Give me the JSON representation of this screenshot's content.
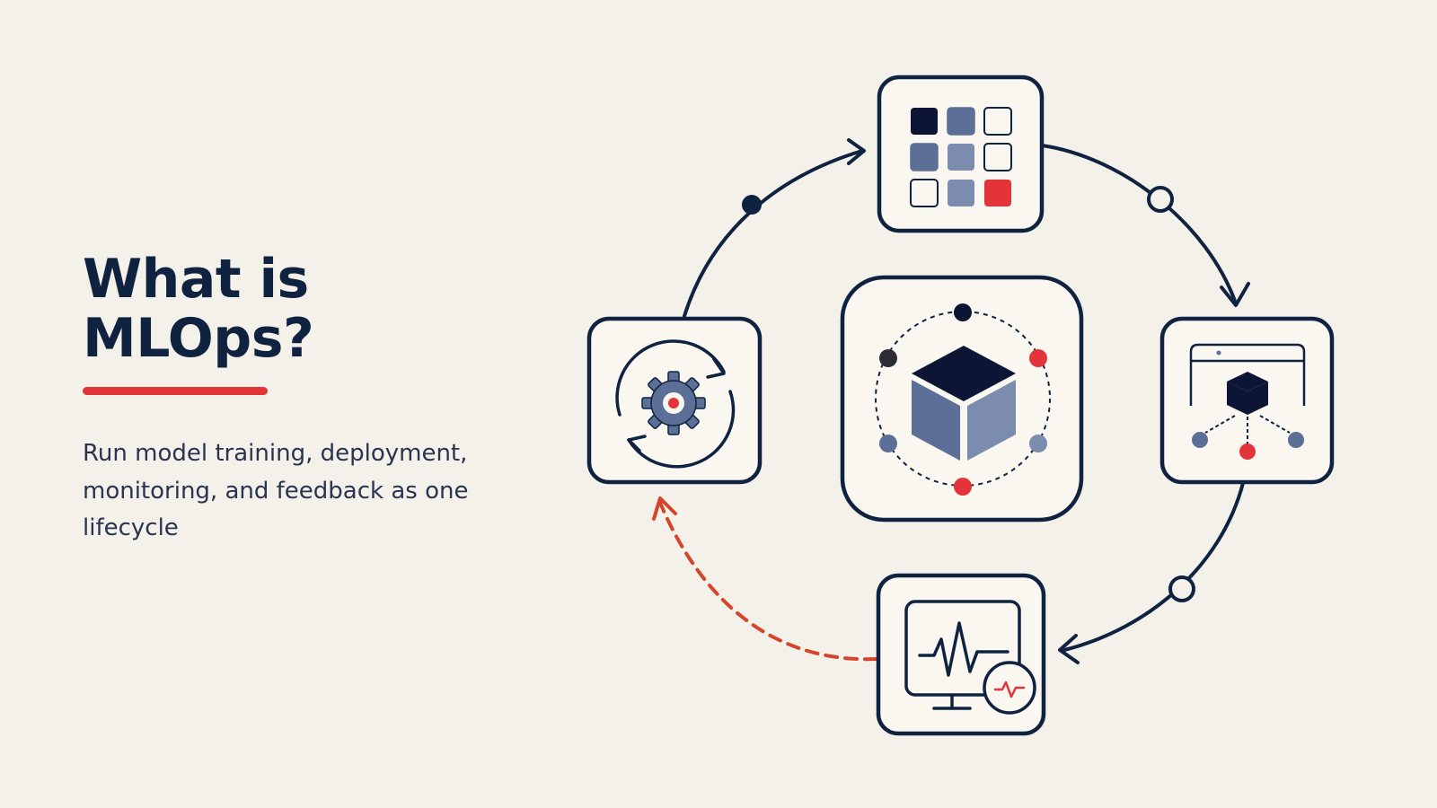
{
  "slide": {
    "title_line1": "What is",
    "title_line2": "MLOps?",
    "subtitle": "Run model training, deployment, monitoring, and feedback as one lifecycle"
  },
  "colors": {
    "background": "#f4f1ea",
    "navy": "#0f2340",
    "ink": "#0c1634",
    "accent_red": "#e3343a",
    "slate": "#5c6f96",
    "slate_light": "#7b8cae",
    "card_fill": "#faf6f0",
    "feedback_orange": "#d5452b",
    "body_text": "#2a3450"
  },
  "diagram": {
    "nodes": [
      {
        "id": "data",
        "icon": "data-grid-icon"
      },
      {
        "id": "deploy",
        "icon": "deploy-icon"
      },
      {
        "id": "monitor",
        "icon": "monitor-icon"
      },
      {
        "id": "training",
        "icon": "training-gear-icon"
      },
      {
        "id": "model",
        "icon": "model-cube-icon"
      }
    ],
    "flow": [
      "data",
      "deploy",
      "monitor",
      "training",
      "data"
    ],
    "feedback_edge": {
      "from": "monitor",
      "to": "training",
      "style": "dashed"
    }
  }
}
